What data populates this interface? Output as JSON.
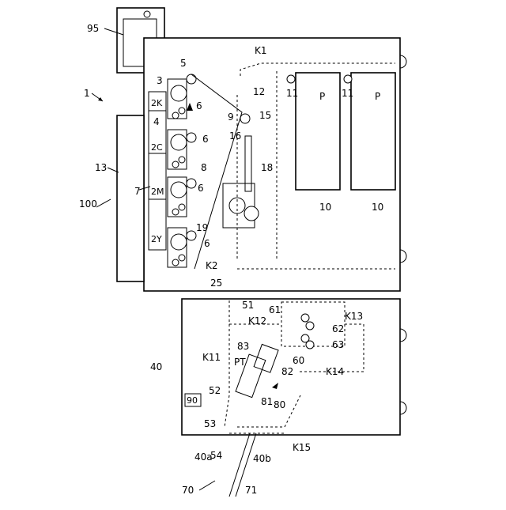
{
  "labels": {
    "l95": "95",
    "l1": "1",
    "l13": "13",
    "l7": "7",
    "l100": "100",
    "l2K": "2K",
    "l2C": "2C",
    "l2M": "2M",
    "l2Y": "2Y",
    "l3": "3",
    "l4": "4",
    "l5": "5",
    "l6a": "6",
    "l6b": "6",
    "l6c": "6",
    "l6d": "6",
    "l8": "8",
    "l9": "9",
    "l12": "12",
    "l15": "15",
    "l16": "16",
    "l18": "18",
    "l19": "19",
    "lK1": "K1",
    "lK2": "K2",
    "l11a": "11",
    "l11b": "11",
    "lPa": "P",
    "lPb": "P",
    "l10a": "10",
    "l10b": "10",
    "l25": "25",
    "l40": "40",
    "l51": "51",
    "lK12": "K12",
    "l61": "61",
    "l62": "62",
    "lK13": "K13",
    "l63": "63",
    "lK11": "K11",
    "l83": "83",
    "lPT": "PT",
    "l60": "60",
    "l82": "82",
    "lK14": "K14",
    "l90": "90",
    "l52": "52",
    "l81": "81",
    "l80": "80",
    "l53": "53",
    "l40a": "40a",
    "l54": "54",
    "l40b": "40b",
    "lK15": "K15",
    "l70": "70",
    "l71": "71"
  }
}
